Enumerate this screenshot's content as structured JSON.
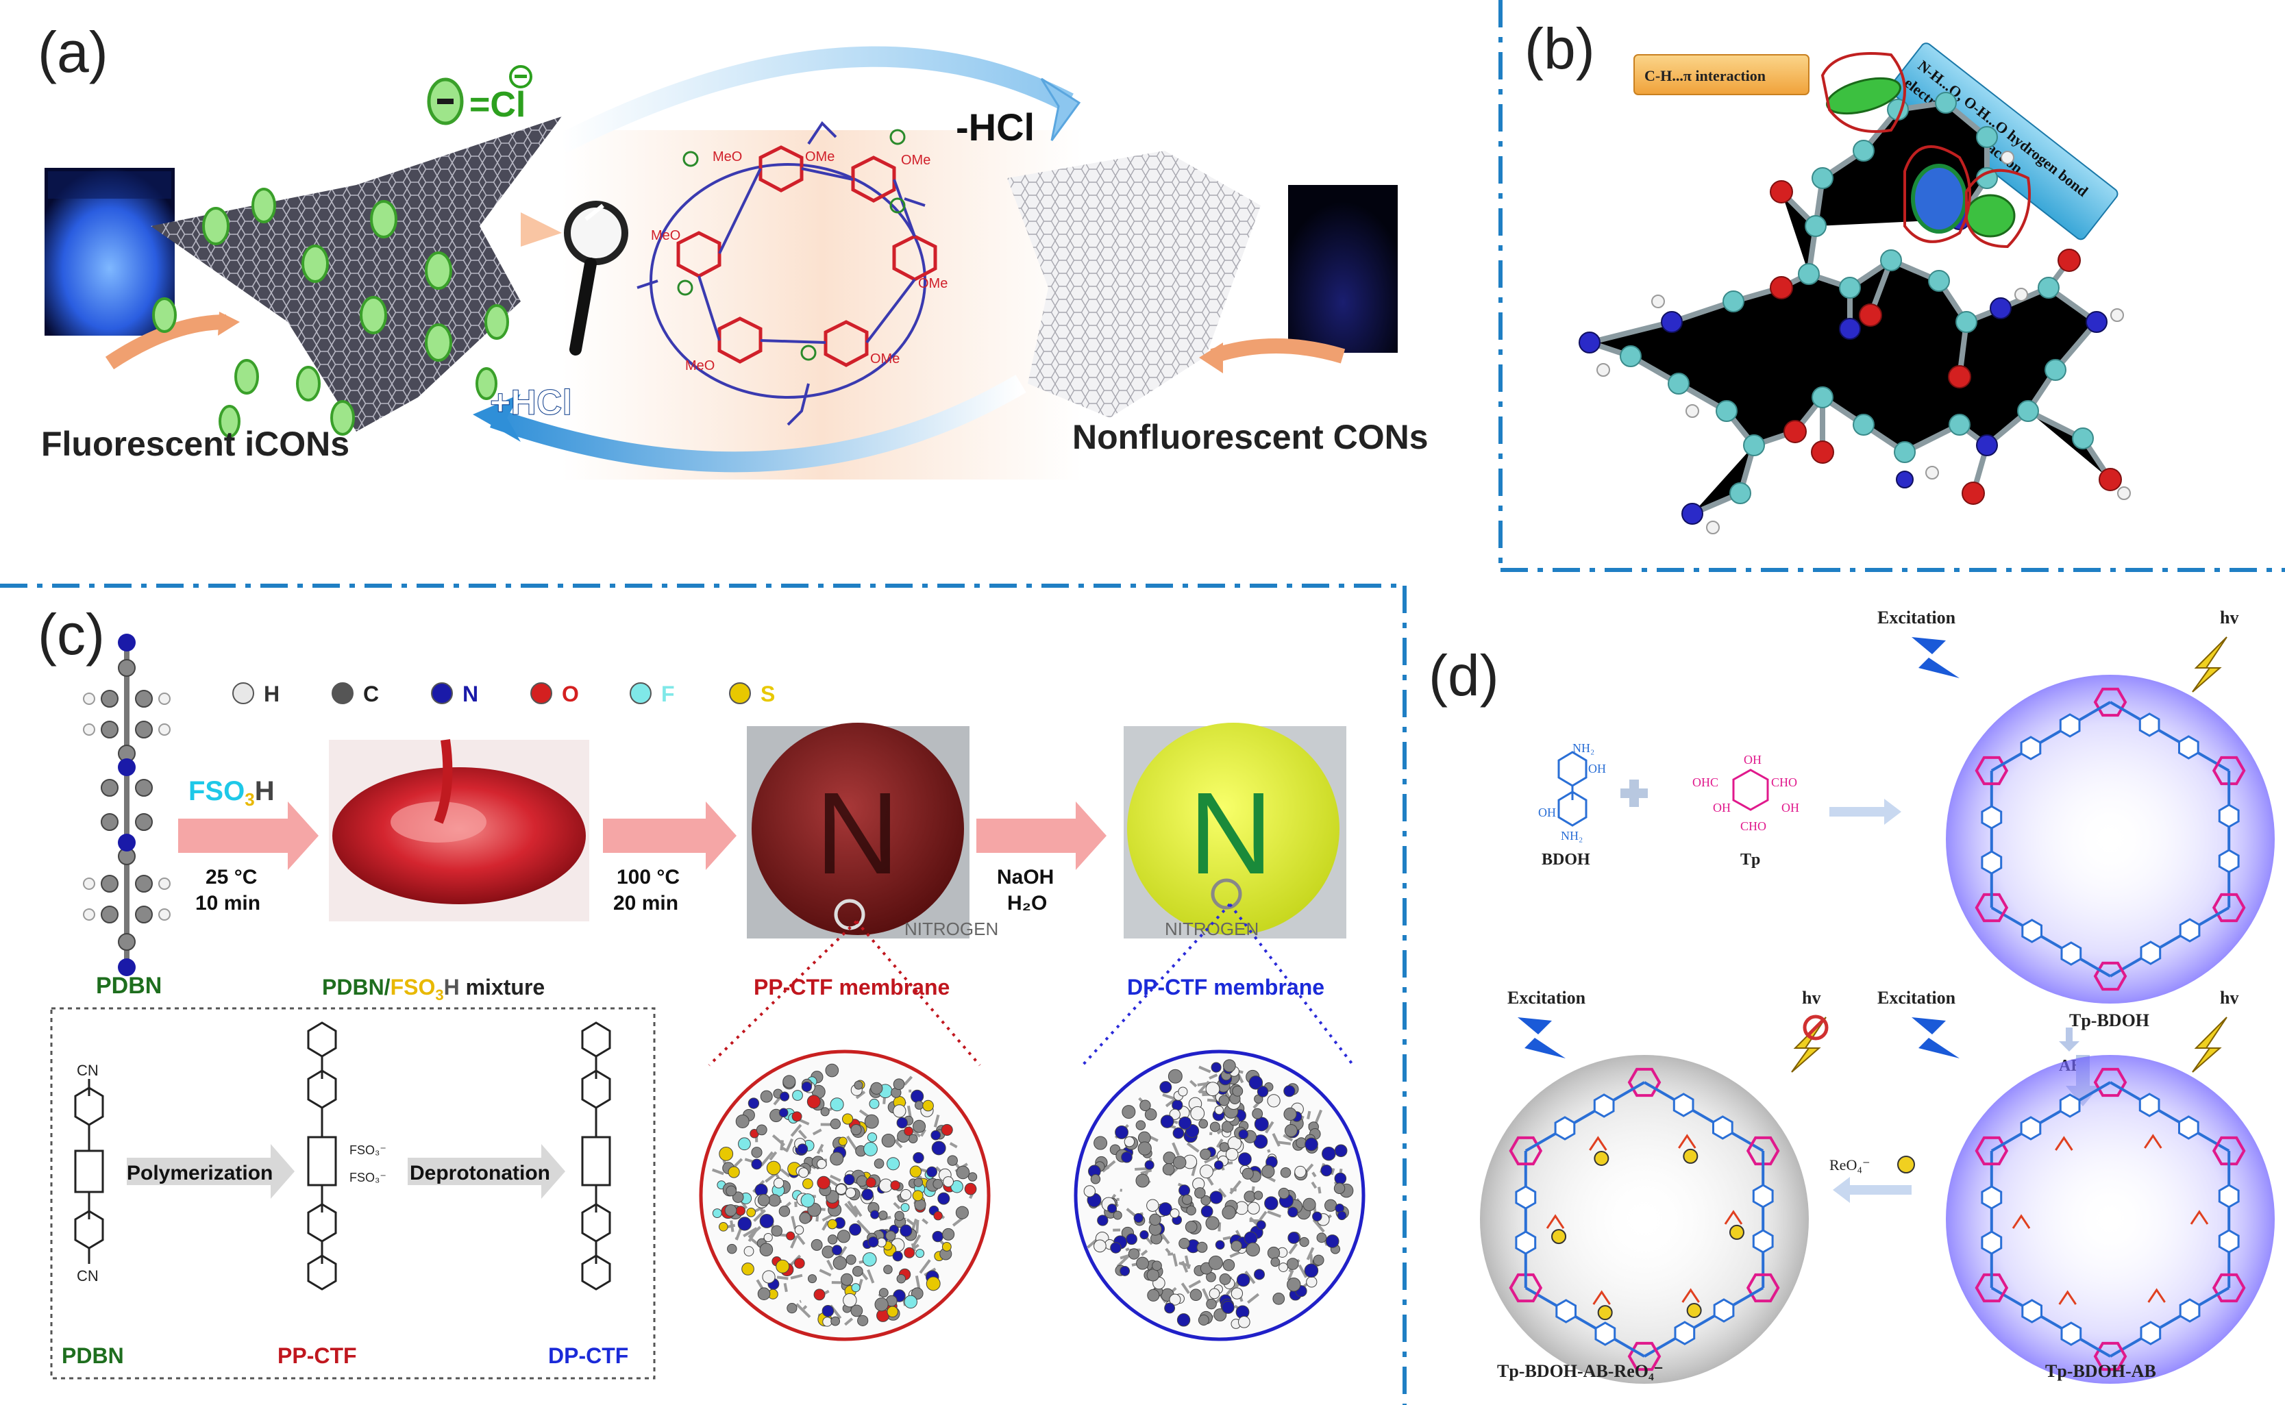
{
  "panels": {
    "a": {
      "label": "(a)",
      "chloride_legend": "=Cl",
      "minus_hcl": "-HCl",
      "plus_hcl": "+HCl",
      "left_caption": "Fluorescent iCONs",
      "right_caption": "Nonfluorescent CONs",
      "ome": "OMe",
      "meo": "MeO"
    },
    "b": {
      "label": "(b)",
      "tag_ch_pi": "C-H...π interaction",
      "tag_hbond_1": "N-H...O, O-H...O hydrogen bond",
      "tag_hbond_2": "electrostatic attraction"
    },
    "c": {
      "label": "(c)",
      "legend": [
        {
          "symbol": "H",
          "color": "#e8e8e8"
        },
        {
          "symbol": "C",
          "color": "#555555"
        },
        {
          "symbol": "N",
          "color": "#1a1aa8"
        },
        {
          "symbol": "O",
          "color": "#d42020"
        },
        {
          "symbol": "F",
          "color": "#7fe8e8"
        },
        {
          "symbol": "S",
          "color": "#e8c800"
        }
      ],
      "reagent_1": "FSO₃H",
      "cond_1a": "25 °C",
      "cond_1b": "10 min",
      "cond_2a": "100 °C",
      "cond_2b": "20 min",
      "cond_3a": "NaOH",
      "cond_3b": "H₂O",
      "pdbn": "PDBN",
      "mixture": "PDBN/FSO₃H mixture",
      "pp_membrane": "PP-CTF membrane",
      "dp_membrane": "DP-CTF membrane",
      "membrane_letter": "N",
      "ruler_text": "NITROGEN",
      "step_1": "Polymerization",
      "step_2": "Deprotonation",
      "scheme_pdbn": "PDBN",
      "scheme_pp": "PP-CTF",
      "scheme_dp": "DP-CTF",
      "cn": "CN",
      "fso3": "FSO₃⁻"
    },
    "d": {
      "label": "(d)",
      "excitation": "Excitation",
      "hv": "hv",
      "bdoh": "BDOH",
      "tp": "Tp",
      "tp_bdoh": "Tp-BDOH",
      "ab": "AB",
      "tp_bdoh_ab": "Tp-BDOH-AB",
      "tp_bdoh_ab_reo4": "Tp-BDOH-AB-ReO₄⁻",
      "reo4": "ReO₄⁻",
      "nh2": "NH₂",
      "oh": "OH",
      "cho": "CHO",
      "ohc": "OHC"
    }
  },
  "colors": {
    "divider": "#1f7fc4",
    "arrow_pink": "#f5a6a6",
    "blue_text": "#1a2ad8",
    "red_text": "#c0161e",
    "green_text": "#1e6e1e",
    "magenta": "#e0198c",
    "framework_blue": "#2a6fd6"
  }
}
